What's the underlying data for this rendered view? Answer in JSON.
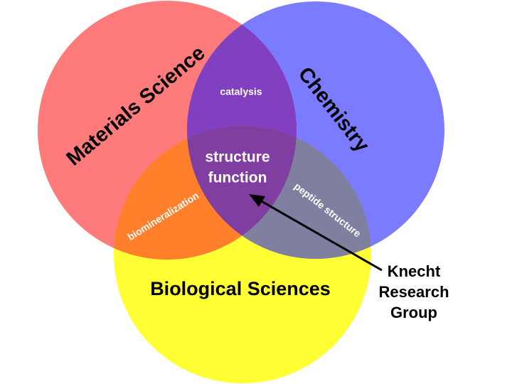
{
  "sets": {
    "materials": {
      "label": "Materials Science",
      "color": "#ff7b7b"
    },
    "chemistry": {
      "label": "Chemistry",
      "color": "#7b7bff"
    },
    "biology": {
      "label": "Biological Sciences",
      "color": "#ffff33"
    }
  },
  "intersections": {
    "materials_chemistry": "catalysis",
    "materials_biology": "biomineralization",
    "chemistry_biology": "peptide structure",
    "all": {
      "line1": "structure",
      "line2": "function"
    }
  },
  "callout": {
    "line1": "Knecht",
    "line2": "Research",
    "line3": "Group"
  },
  "colors": {
    "materials_chemistry": "#8040c0",
    "materials_biology": "#ff7f2a",
    "chemistry_biology": "#7f7fa0",
    "center": "#803fa0"
  }
}
